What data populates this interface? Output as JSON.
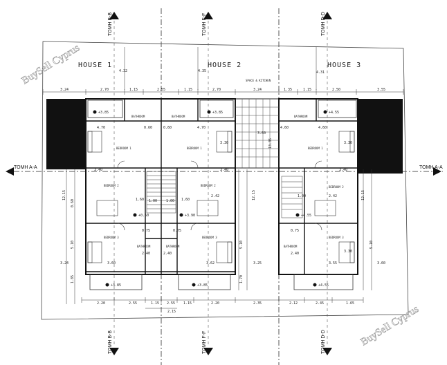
{
  "houses": [
    "HOUSE 1",
    "HOUSE 2",
    "HOUSE 3"
  ],
  "section_labels": {
    "aa_left": "TOMH A-A",
    "aa_right": "TOMH A-A",
    "bb_top": "TOMH B-B",
    "bb_bottom": "TOMH B-B",
    "ff_top": "TOMH F-F",
    "ff_bottom": "TOMH F-F",
    "dd_top": "TOMH D-D",
    "dd_bottom": "TOMH D-D"
  },
  "rooms": {
    "h1_bed1": "BEDROOM 1",
    "h1_bed2": "BEDROOM 2",
    "h1_bed3": "BEDROOM 3",
    "h1_bath": "BATHROOM",
    "h2_bed1": "BEDROOM 1",
    "h2_bed2": "BEDROOM 2",
    "h2_bed3": "BEDROOM 3",
    "h2_bath": "BATHROOM",
    "h3_bed1": "BEDROOM 1",
    "h3_bed2": "BEDROOM 2",
    "h3_bed3": "BEDROOM 3",
    "h3_bath": "BATHROOM",
    "h1_bath_top": "BATHROOM",
    "h2_bath_top": "BATHROOM",
    "h3_bath_top": "BATHROOM",
    "roof_note": "SPACE & KITCHEN"
  },
  "levels": {
    "h1_top": "+3.85",
    "h2_top": "+3.85",
    "h3_top": "+4.55",
    "h1_mid": "+0.60",
    "h2_mid": "+3.90",
    "h3_mid": "+4.55",
    "h1_bot": "+3.85",
    "h2_bot": "+3.85",
    "h3_bot": "+4.55"
  },
  "dimensions": {
    "top_row": [
      "3.24",
      "2.70",
      "1.15",
      "2.55",
      "1.15",
      "2.70",
      "3.24",
      "1.35",
      "1.15",
      "2.50",
      "3.55"
    ],
    "h1_width": "4.32",
    "h2_width": "4.35",
    "h3_width": "4.31",
    "bed1_w": "4.70",
    "bed1_w2": "4.70",
    "bed1_w3": "4.60",
    "bed1_w4": "4.60",
    "gap_a": "0.60",
    "gap_b": "0.60",
    "h3_3_60": "3.60",
    "h3_3_30a": "3.30",
    "h3_3_30b": "3.30",
    "h2_3_30": "3.30",
    "mid_1_00a": "1.00",
    "mid_1_00b": "1.00",
    "mid_1_00c": "1.00",
    "mid_1_60a": "1.60",
    "mid_1_60b": "1.60",
    "h2_3_40": "3.40",
    "h1_3_40": "3.40",
    "h3_3_40": "3.40",
    "h2_2_42": "2.42",
    "h3_2_42": "2.42",
    "vert_12_15a": "12.15",
    "vert_12_15b": "12.15",
    "vert_12_15c": "12.15",
    "vert_13_35": "13.35",
    "side_3_24": "3.24",
    "side_3_25": "3.25",
    "side_3_60": "3.60",
    "bath_2_40a": "2.40",
    "bath_2_40b": "2.40",
    "bath_2_40c": "2.40",
    "wc_0_75a": "0.75",
    "wc_0_75b": "0.75",
    "wc_0_75c": "0.75",
    "bed3_3_60": "3.60",
    "bed3_3_62": "3.62",
    "bed3_3_55": "3.55",
    "bot_row": [
      "2.20",
      "2.55",
      "1.15",
      "2.55",
      "1.15",
      "2.20",
      "2.35",
      "2.12",
      "2.45",
      "1.65"
    ],
    "bot_total": "2.15",
    "vert_5_10a": "5.10",
    "vert_5_10b": "5.10",
    "vert_5_10c": "5.10",
    "vert_0_60": "0.60",
    "vert_1_85": "1.85",
    "vert_1_70": "1.70"
  },
  "watermark": {
    "top_left": "BuySell Cyprus",
    "bottom_right": "BuySell Cyprus"
  }
}
